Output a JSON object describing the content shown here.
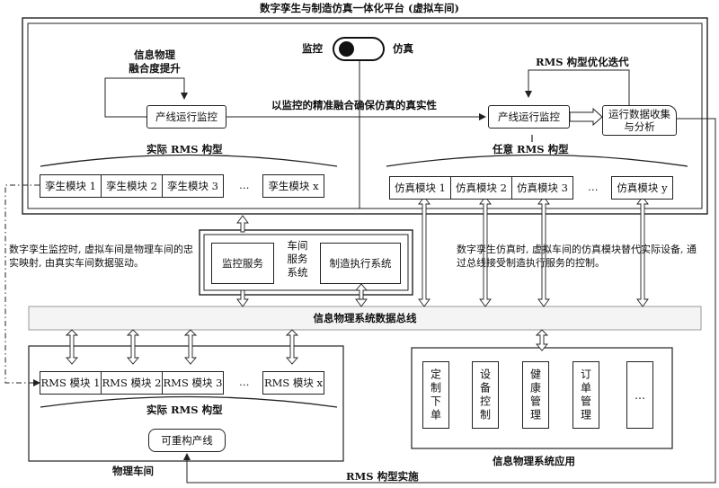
{
  "title": "数字孪生与制造仿真一体化平台 (虚拟车间)",
  "toggle": {
    "left_label": "监控",
    "right_label": "仿真"
  },
  "virtual": {
    "fusion_label_line1": "信息物理",
    "fusion_label_line2": "融合度提升",
    "monitor_box_left": "产线运行监控",
    "center_caption": "以监控的精准融合确保仿真的真实性",
    "rms_opt_label": "RMS 构型优化迭代",
    "monitor_box_right": "产线运行监控",
    "data_collect_line1": "运行数据收集",
    "data_collect_line2": "与分析",
    "actual_rms_label": "实际 RMS 构型",
    "arbitrary_rms_label": "任意 RMS 构型",
    "twin_modules": [
      "孪生模块 1",
      "孪生模块 2",
      "孪生模块 3",
      "…",
      "孪生模块 x"
    ],
    "sim_modules": [
      "仿真模块 1",
      "仿真模块 2",
      "仿真模块 3",
      "…",
      "仿真模块 y"
    ]
  },
  "services": {
    "monitor_service": "监控服务",
    "system_label_lines": [
      "车间",
      "服务",
      "系统"
    ],
    "mes": "制造执行系统"
  },
  "notes": {
    "left": "数字孪生监控时, 虚拟车间是物理车间的忠实映射, 由真实车间数据驱动。",
    "right": "数字孪生仿真时, 虚拟车间的仿真模块替代实际设备, 通过总线接受制造执行服务的控制。"
  },
  "bus_label": "信息物理系统数据总线",
  "physical": {
    "modules": [
      "RMS 模块 1",
      "RMS 模块 2",
      "RMS 模块 3",
      "…",
      "RMS 模块 x"
    ],
    "actual_rms_label": "实际 RMS 构型",
    "reconfig_line": "可重构产线",
    "caption": "物理车间"
  },
  "apps": {
    "items": [
      "定制下单",
      "设备控制",
      "健康管理",
      "订单管理",
      "…"
    ],
    "caption": "信息物理系统应用"
  },
  "rms_impl_label": "RMS 构型实施",
  "colors": {
    "line": "#222222",
    "bus_fill": "#f4f4f4",
    "arrow_fill": "#ffffff"
  }
}
